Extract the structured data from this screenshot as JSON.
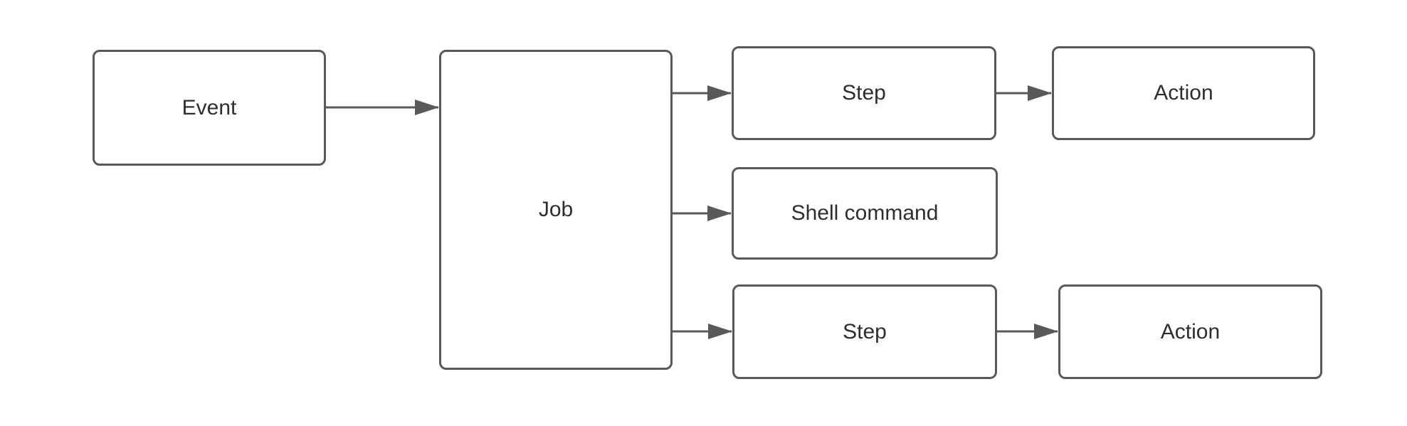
{
  "diagram": {
    "type": "flowchart",
    "background_color": "#ffffff",
    "node_border_color": "#595959",
    "node_fill_color": "#ffffff",
    "arrow_color": "#595959",
    "text_color": "#2e2e2e",
    "nodes": {
      "event": {
        "label": "Event"
      },
      "job": {
        "label": "Job"
      },
      "step_top": {
        "label": "Step"
      },
      "action_top": {
        "label": "Action"
      },
      "shell_command": {
        "label": "Shell command"
      },
      "step_bottom": {
        "label": "Step"
      },
      "action_bottom": {
        "label": "Action"
      }
    },
    "edges": [
      {
        "from": "Event",
        "to": "Job"
      },
      {
        "from": "Job",
        "to": "Step (top)"
      },
      {
        "from": "Job",
        "to": "Shell command"
      },
      {
        "from": "Job",
        "to": "Step (bottom)"
      },
      {
        "from": "Step (top)",
        "to": "Action (top)"
      },
      {
        "from": "Step (bottom)",
        "to": "Action (bottom)"
      }
    ]
  }
}
